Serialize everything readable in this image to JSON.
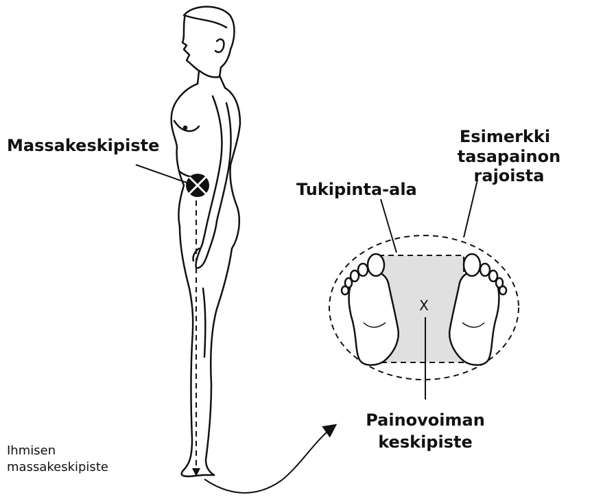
{
  "labels": {
    "center_of_mass": "Massakeskipiste",
    "balance_limits_line1": "Esimerkki",
    "balance_limits_line2": "tasapainon rajoista",
    "support_area": "Tukipinta-ala",
    "gravity_center_line1": "Painovoiman",
    "gravity_center_line2": "keskipiste",
    "human_com_line1": "Ihmisen",
    "human_com_line2": "massakeskipiste",
    "x_mark": "X"
  },
  "colors": {
    "ink": "#111111",
    "support_fill": "#e0e0e0",
    "background": "#ffffff"
  }
}
